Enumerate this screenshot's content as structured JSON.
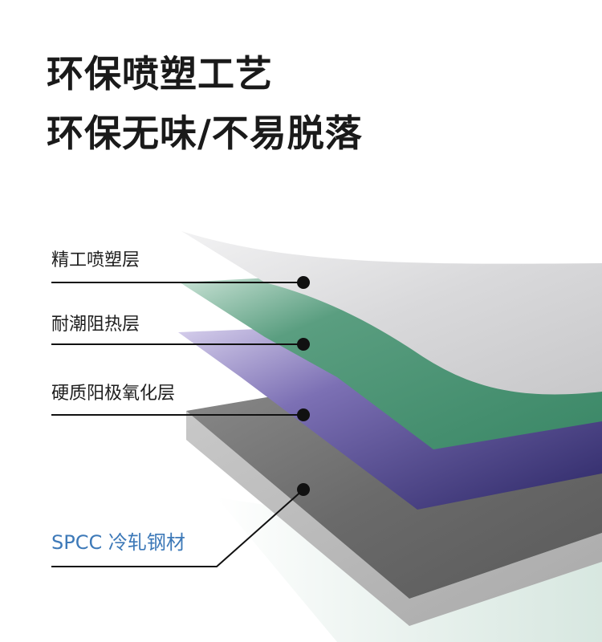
{
  "headline": {
    "line1": "环保喷塑工艺",
    "line2": "环保无味/不易脱落"
  },
  "layers": [
    {
      "label": "精工喷塑层",
      "color": "#d4d4d6"
    },
    {
      "label": "耐潮阻热层",
      "color": "#3f8a6c"
    },
    {
      "label": "硬质阳极氧化层",
      "color": "#3b3580"
    },
    {
      "label": "SPCC 冷轧钢材",
      "color": "#707070",
      "label_color": "#3d79b8"
    }
  ]
}
